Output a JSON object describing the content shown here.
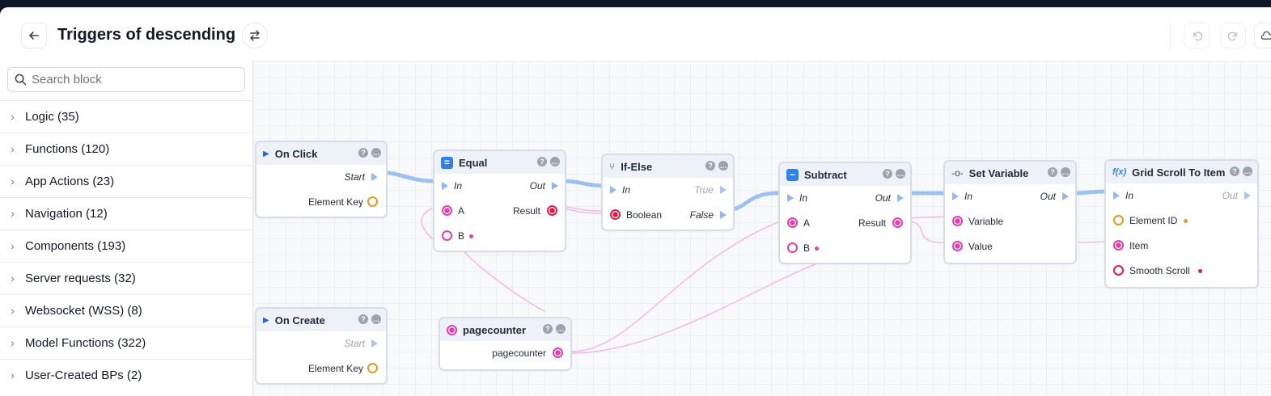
{
  "header": {
    "title": "Triggers of descending",
    "back_icon": "arrow-left-icon",
    "swap_icon": "swap-arrows-icon",
    "undo_icon": "undo-icon",
    "redo_icon": "redo-icon"
  },
  "sidebar": {
    "search_placeholder": "Search block",
    "categories": [
      {
        "label": "Logic (35)"
      },
      {
        "label": "Functions (120)"
      },
      {
        "label": "App Actions (23)"
      },
      {
        "label": "Navigation (12)"
      },
      {
        "label": "Components (193)"
      },
      {
        "label": "Server requests (32)"
      },
      {
        "label": "Websocket (WSS) (8)"
      },
      {
        "label": "Model Functions (322)"
      },
      {
        "label": "User-Created BPs (2)"
      }
    ]
  },
  "nodes": {
    "on_click": {
      "title": "On Click",
      "start": "Start",
      "element_key": "Element Key"
    },
    "on_create": {
      "title": "On Create",
      "start": "Start",
      "element_key": "Element Key"
    },
    "equal": {
      "title": "Equal",
      "icon": "=",
      "in": "In",
      "out": "Out",
      "a": "A",
      "result": "Result",
      "b": "B"
    },
    "if_else": {
      "title": "If-Else",
      "in": "In",
      "true": "True",
      "boolean": "Boolean",
      "false": "False"
    },
    "pagecounter": {
      "title": "pagecounter",
      "output": "pagecounter"
    },
    "subtract": {
      "title": "Subtract",
      "icon": "−",
      "in": "In",
      "out": "Out",
      "a": "A",
      "result": "Result",
      "b": "B"
    },
    "set_variable": {
      "title": "Set Variable",
      "in": "In",
      "out": "Out",
      "variable": "Variable",
      "value": "Value"
    },
    "grid_scroll": {
      "title": "Grid Scroll To Item",
      "icon": "f(x)",
      "in": "In",
      "out": "Out",
      "element_id": "Element ID",
      "item": "Item",
      "smooth_scroll": "Smooth Scroll"
    }
  },
  "colors": {
    "exec_wire": "#9cc0f2",
    "data_wire": "#f5b8e4",
    "accent_blue": "#2f80ed",
    "pin_pink": "#e43fb2",
    "pin_orange": "#e39a1e",
    "pin_red": "#e11d48"
  }
}
